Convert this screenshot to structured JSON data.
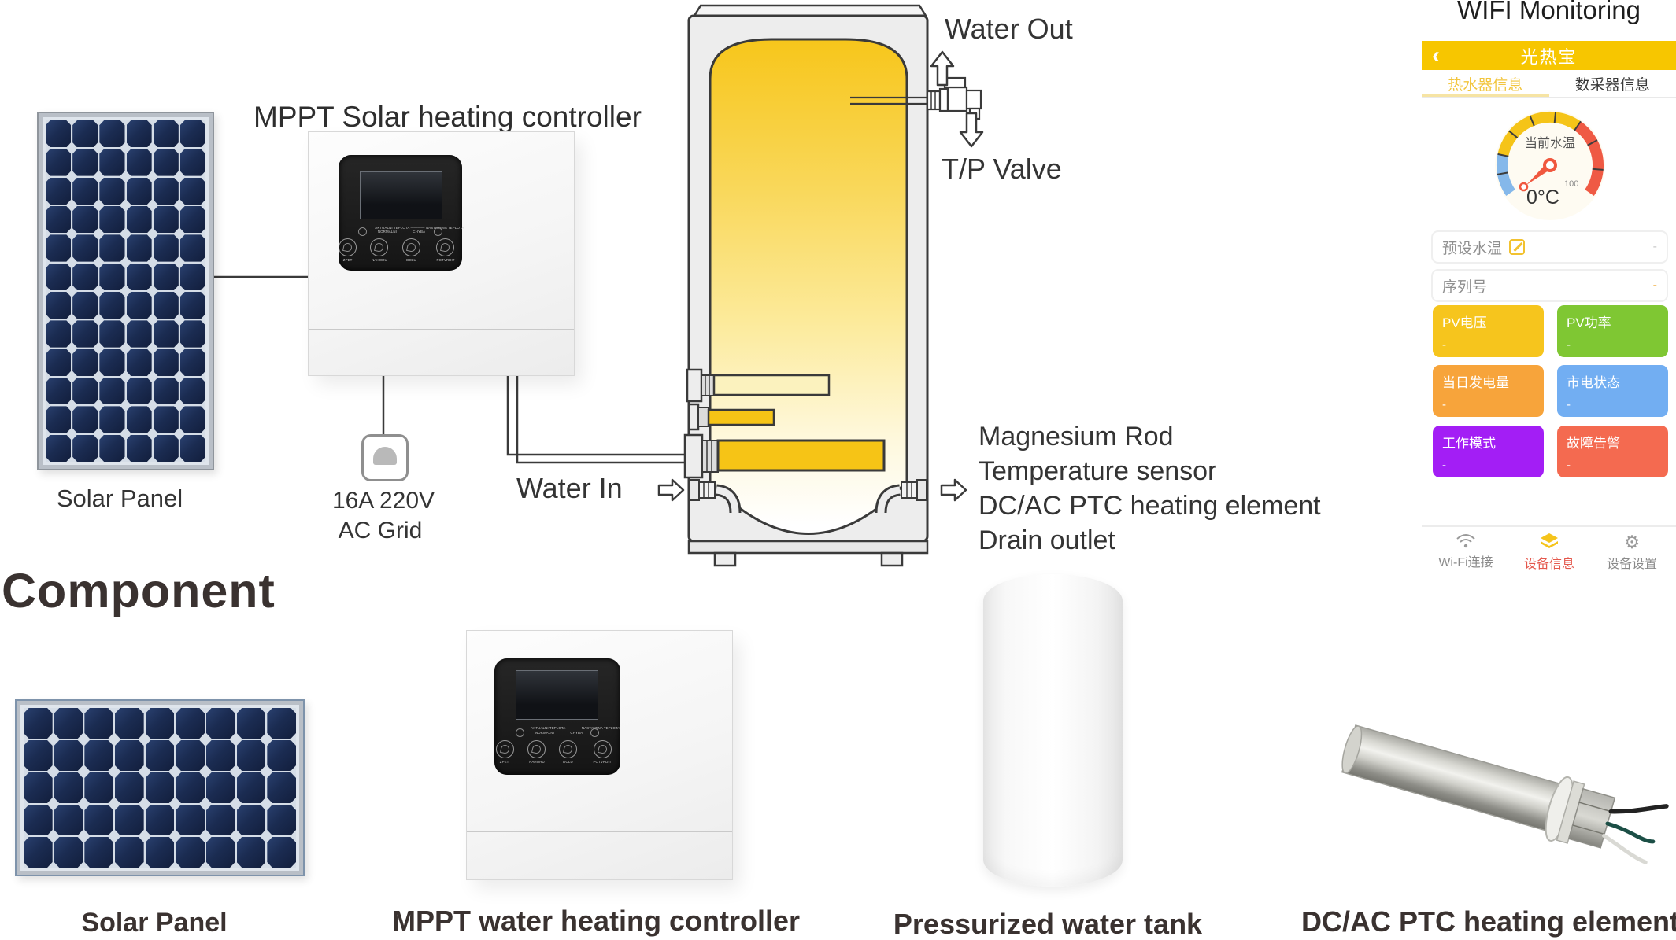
{
  "diagram": {
    "solar_panel_label": "Solar Panel",
    "controller_title": "MPPT Solar heating controller",
    "grid_line1": "16A 220V",
    "grid_line2": "AC Grid",
    "water_out": "Water Out",
    "tp_valve": "T/P  Valve",
    "water_in": "Water In",
    "callouts": {
      "line1": "Magnesium Rod",
      "line2": "Temperature  sensor",
      "line3": "DC/AC PTC heating element",
      "line4": "Drain outlet"
    }
  },
  "controller_panel": {
    "screen_caption": "AKTUALNI TEPLOTA ———— NASTAVENA TEPLOTA",
    "indicator_left": "NORMALNI",
    "indicator_right": "CHYBA",
    "btn1": "ZPET",
    "btn2": "NAHORU",
    "btn3": "DOLU",
    "btn4": "POTVRDIT"
  },
  "component_section": {
    "heading": "Component",
    "item1": "Solar Panel",
    "item2": "MPPT water heating controller",
    "item3": "Pressurized water tank",
    "item4": "DC/AC PTC heating element"
  },
  "app": {
    "heading": "WIFI Monitoring",
    "header": {
      "back": "‹",
      "title": "光热宝",
      "bg": "#F7C600"
    },
    "tabs": {
      "tab1": "热水器信息",
      "tab2": "数采器信息"
    },
    "gauge": {
      "title": "当前水温",
      "value": "0°C",
      "max": "100"
    },
    "fields": {
      "field1_label": "预设水温",
      "field1_value": "-",
      "field2_label": "序列号",
      "field2_value": "-"
    },
    "tiles": [
      {
        "label": "PV电压",
        "value": "-",
        "color": "#F6C51D"
      },
      {
        "label": "PV功率",
        "value": "-",
        "color": "#7FC733"
      },
      {
        "label": "当日发电量",
        "value": "-",
        "color": "#F7A43B"
      },
      {
        "label": "市电状态",
        "value": "-",
        "color": "#72AEF2"
      },
      {
        "label": "工作模式",
        "value": "-",
        "color": "#A31EF5"
      },
      {
        "label": "故障告警",
        "value": "-",
        "color": "#F46A50"
      }
    ],
    "nav": {
      "item1": "Wi-Fi连接",
      "item2": "设备信息",
      "item3": "设备设置"
    }
  }
}
